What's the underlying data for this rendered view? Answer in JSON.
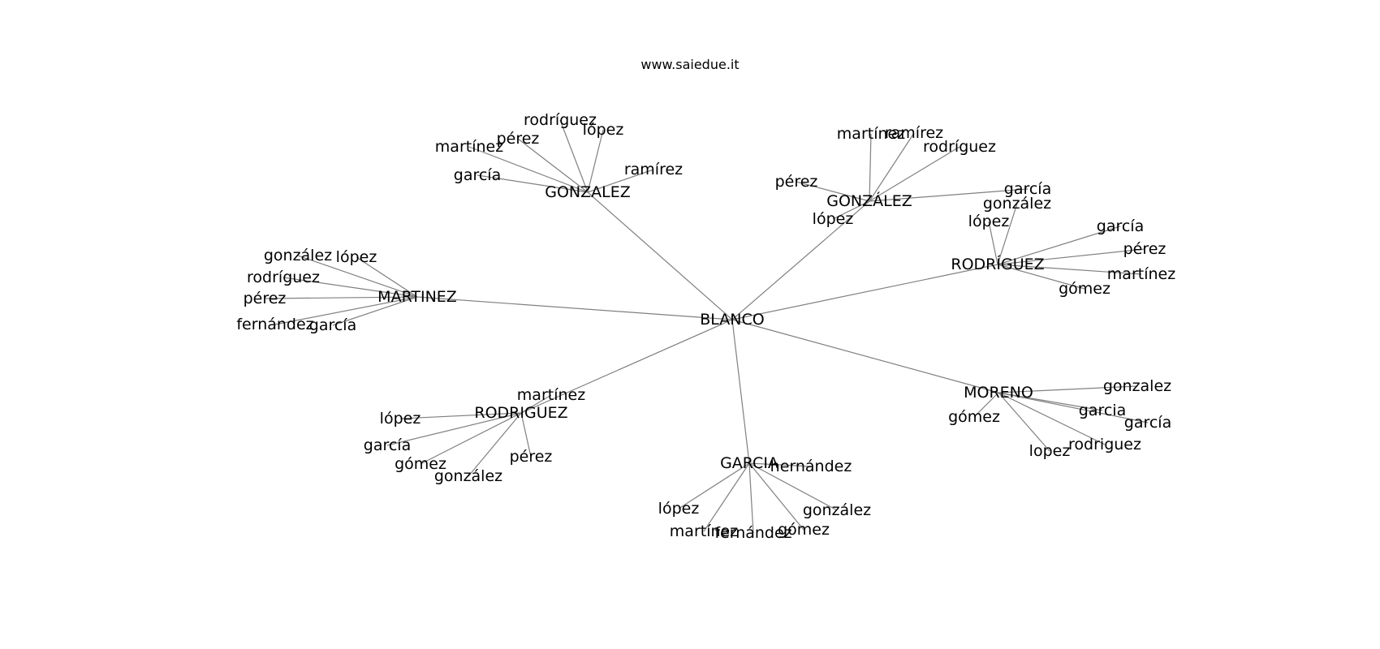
{
  "title": "www.saiedue.it",
  "root": "BLANCO",
  "groups": [
    {
      "name": "GONZALEZ",
      "children": [
        "rodríguez",
        "lópez",
        "pérez",
        "martínez",
        "garcía",
        "ramírez"
      ]
    },
    {
      "name": "GONZÁLEZ",
      "children": [
        "martínez",
        "ramírez",
        "rodríguez",
        "pérez",
        "garcía",
        "lópez"
      ]
    },
    {
      "name": "RODRÍGUEZ",
      "children": [
        "gonzález",
        "lópez",
        "garcía",
        "pérez",
        "martínez",
        "gómez"
      ]
    },
    {
      "name": "MARTINEZ",
      "children": [
        "gonzález",
        "lópez",
        "rodríguez",
        "pérez",
        "fernández",
        "garcía"
      ]
    },
    {
      "name": "MORENO",
      "children": [
        "gonzalez",
        "garcia",
        "garcía",
        "gómez",
        "lopez",
        "rodriguez"
      ]
    },
    {
      "name": "GARCIA",
      "children": [
        "hernández",
        "lópez",
        "martínez",
        "fernández",
        "gómez",
        "gonzález"
      ]
    },
    {
      "name": "RODRIGUEZ",
      "children": [
        "martínez",
        "lópez",
        "garcía",
        "gómez",
        "gonzález",
        "pérez"
      ]
    }
  ]
}
